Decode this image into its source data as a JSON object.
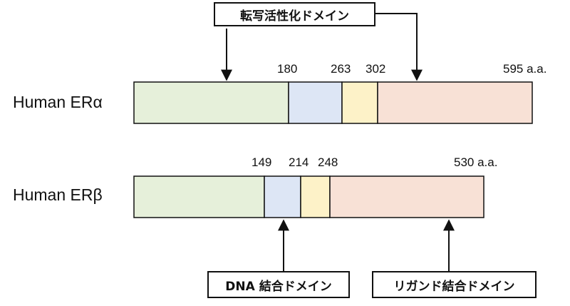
{
  "labels": {
    "transactivation": "転写活性化ドメイン",
    "dna_binding": "DNA 結合ドメイン",
    "ligand_binding": "リガンド結合ドメイン"
  },
  "proteins": [
    {
      "name": "Human ERα",
      "positions": [
        "180",
        "263",
        "302",
        "595 a.a."
      ]
    },
    {
      "name": "Human ERβ",
      "positions": [
        "149",
        "214",
        "248",
        "530 a.a."
      ]
    }
  ],
  "colors": {
    "transactivation_domain": "#e6f0da",
    "dna_binding_domain": "#dde6f5",
    "hinge_region": "#fdf2c8",
    "ligand_binding_domain": "#f8e1d6",
    "outline": "#111111"
  }
}
